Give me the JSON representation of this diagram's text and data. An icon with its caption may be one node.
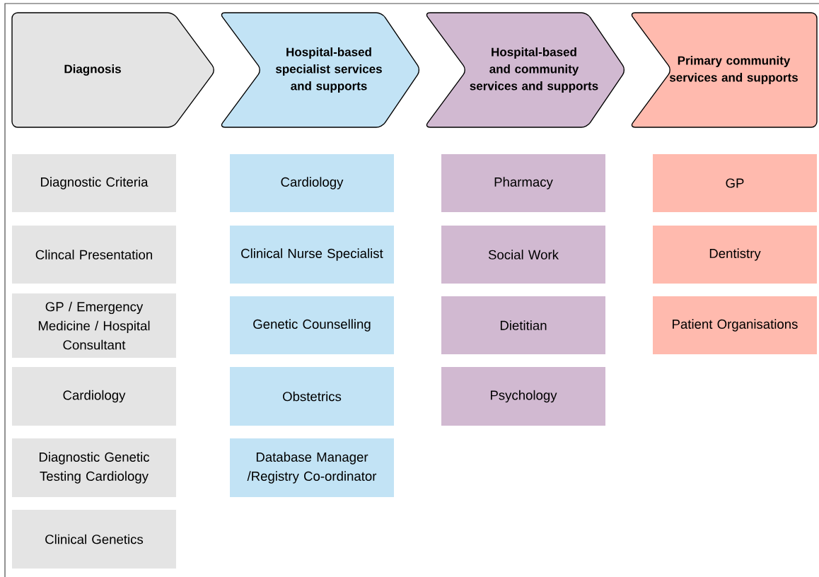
{
  "diagram": {
    "nodes": [
      {
        "text": [
          "Diagnosis"
        ]
      },
      {
        "text": [
          "Hospital-based specialist services and supports"
        ]
      },
      {
        "text": [
          "Hospital-based and community services and supports"
        ]
      },
      {
        "text": [
          "Primary community services and supports"
        ]
      },
      {
        "text": [
          "Diagnostic Criteria"
        ]
      },
      {
        "text": [
          "Clincal Presentation"
        ]
      },
      {
        "text": [
          "GP / Emergency Medicine / Hospital Consultant"
        ]
      },
      {
        "text": [
          "Cardiology"
        ]
      },
      {
        "text": [
          "Diagnostic Genetic Testing Cardiology"
        ]
      },
      {
        "text": [
          "Clinical Genetics"
        ]
      },
      {
        "text": [
          "Cardiology"
        ]
      },
      {
        "text": [
          "Clinical Nurse Specialist"
        ]
      },
      {
        "text": [
          "Genetic Counselling"
        ]
      },
      {
        "text": [
          "Obstetrics"
        ]
      },
      {
        "text": [
          "Database Manager /Registry Co-ordinator"
        ]
      },
      {
        "text": [
          "Pharmacy"
        ]
      },
      {
        "text": [
          "Social Work"
        ]
      },
      {
        "text": [
          "Dietitian"
        ]
      },
      {
        "text": [
          "Psychology"
        ]
      },
      {
        "text": [
          "GP"
        ]
      },
      {
        "text": [
          "Dentistry"
        ]
      },
      {
        "text": [
          "Patient Organisations"
        ]
      }
    ]
  }
}
